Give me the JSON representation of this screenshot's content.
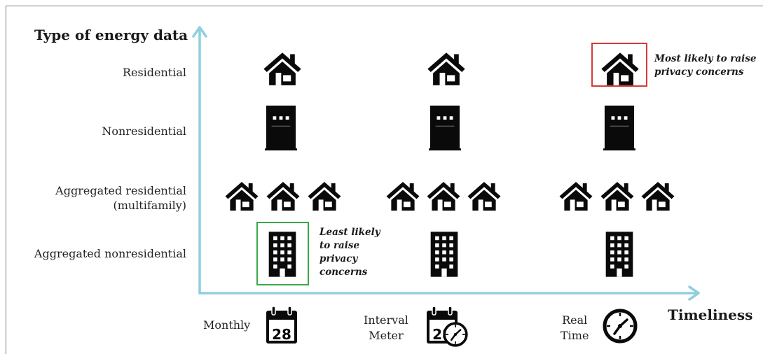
{
  "y_axis_title": "Type of energy data",
  "x_axis_title": "Timeliness",
  "rows": [
    {
      "label": "Residential",
      "icon": "house-icon"
    },
    {
      "label": "Nonresidential",
      "icon": "door-building-icon"
    },
    {
      "label": "Aggregated residential\n(multifamily)",
      "icon": "house-group-icon"
    },
    {
      "label": "Aggregated nonresidential",
      "icon": "office-building-icon"
    }
  ],
  "columns": [
    {
      "label": "Monthly",
      "icon": "calendar-icon",
      "calendar_day": "28"
    },
    {
      "label": "Interval\nMeter",
      "icon": "calendar-clock-icon",
      "calendar_day": "28"
    },
    {
      "label": "Real\nTime",
      "icon": "clock-icon"
    }
  ],
  "notes": {
    "most_likely": "Most likely to raise\nprivacy concerns",
    "least_likely": "Least likely\nto raise\nprivacy\nconcerns"
  },
  "colors": {
    "axis": "#8ecfe0",
    "most_likely_box": "#d63a3a",
    "least_likely_box": "#3aa84a",
    "icon": "#0a0a0a"
  }
}
